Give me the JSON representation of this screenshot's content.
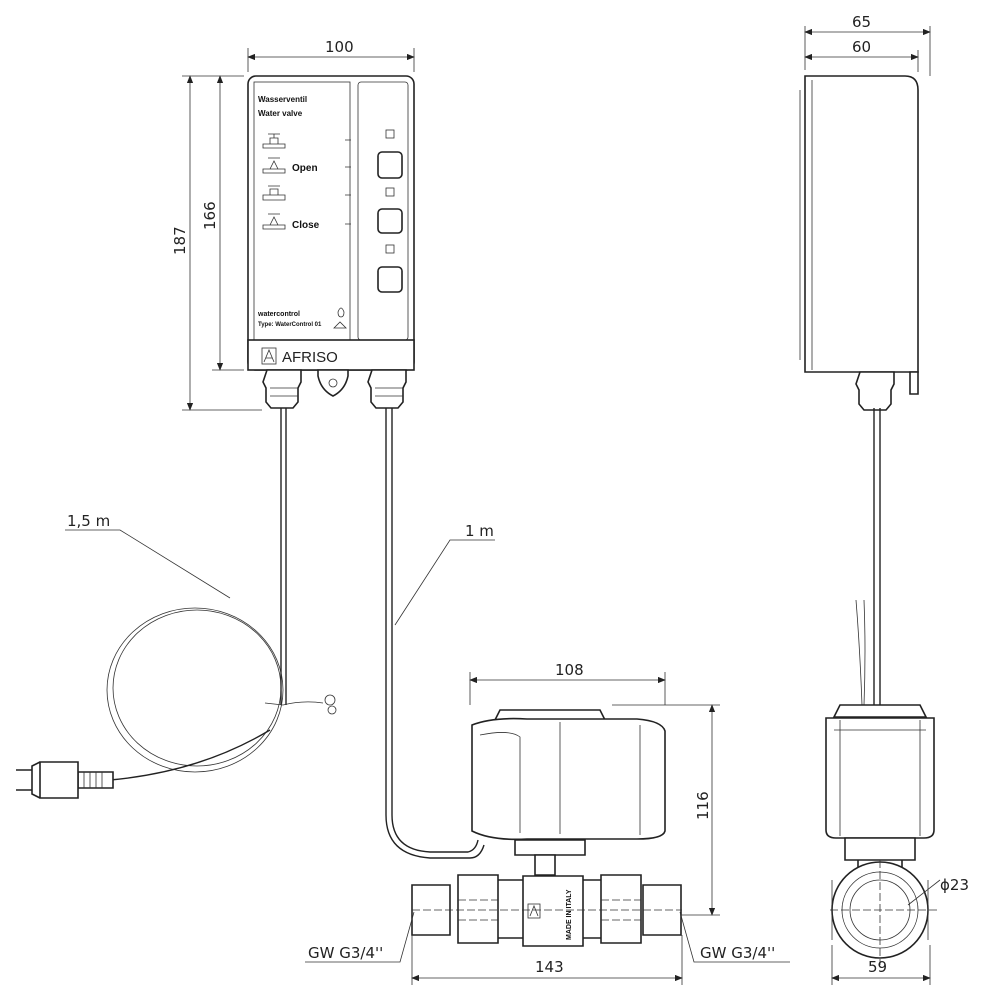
{
  "dimensions": {
    "front_width": "100",
    "front_height_total": "187",
    "front_height_box": "166",
    "side_depth_total": "65",
    "side_depth_box": "60",
    "cable_power_length": "1,5 m",
    "cable_valve_length": "1 m",
    "actuator_width": "108",
    "valve_height": "116",
    "valve_length": "143",
    "thread_left": "GW G3/4''",
    "thread_right": "GW G3/4''",
    "bore_diameter": "ϕ23",
    "valve_side_width": "59"
  },
  "control_box": {
    "title_de": "Wasserventil",
    "title_en": "Water valve",
    "open_label": "Open",
    "close_label": "Close",
    "product_logo": "watercontrol",
    "type_label": "Type: WaterControl 01",
    "brand": "AFRISO"
  },
  "valve": {
    "origin_label": "MADE IN ITALY"
  }
}
